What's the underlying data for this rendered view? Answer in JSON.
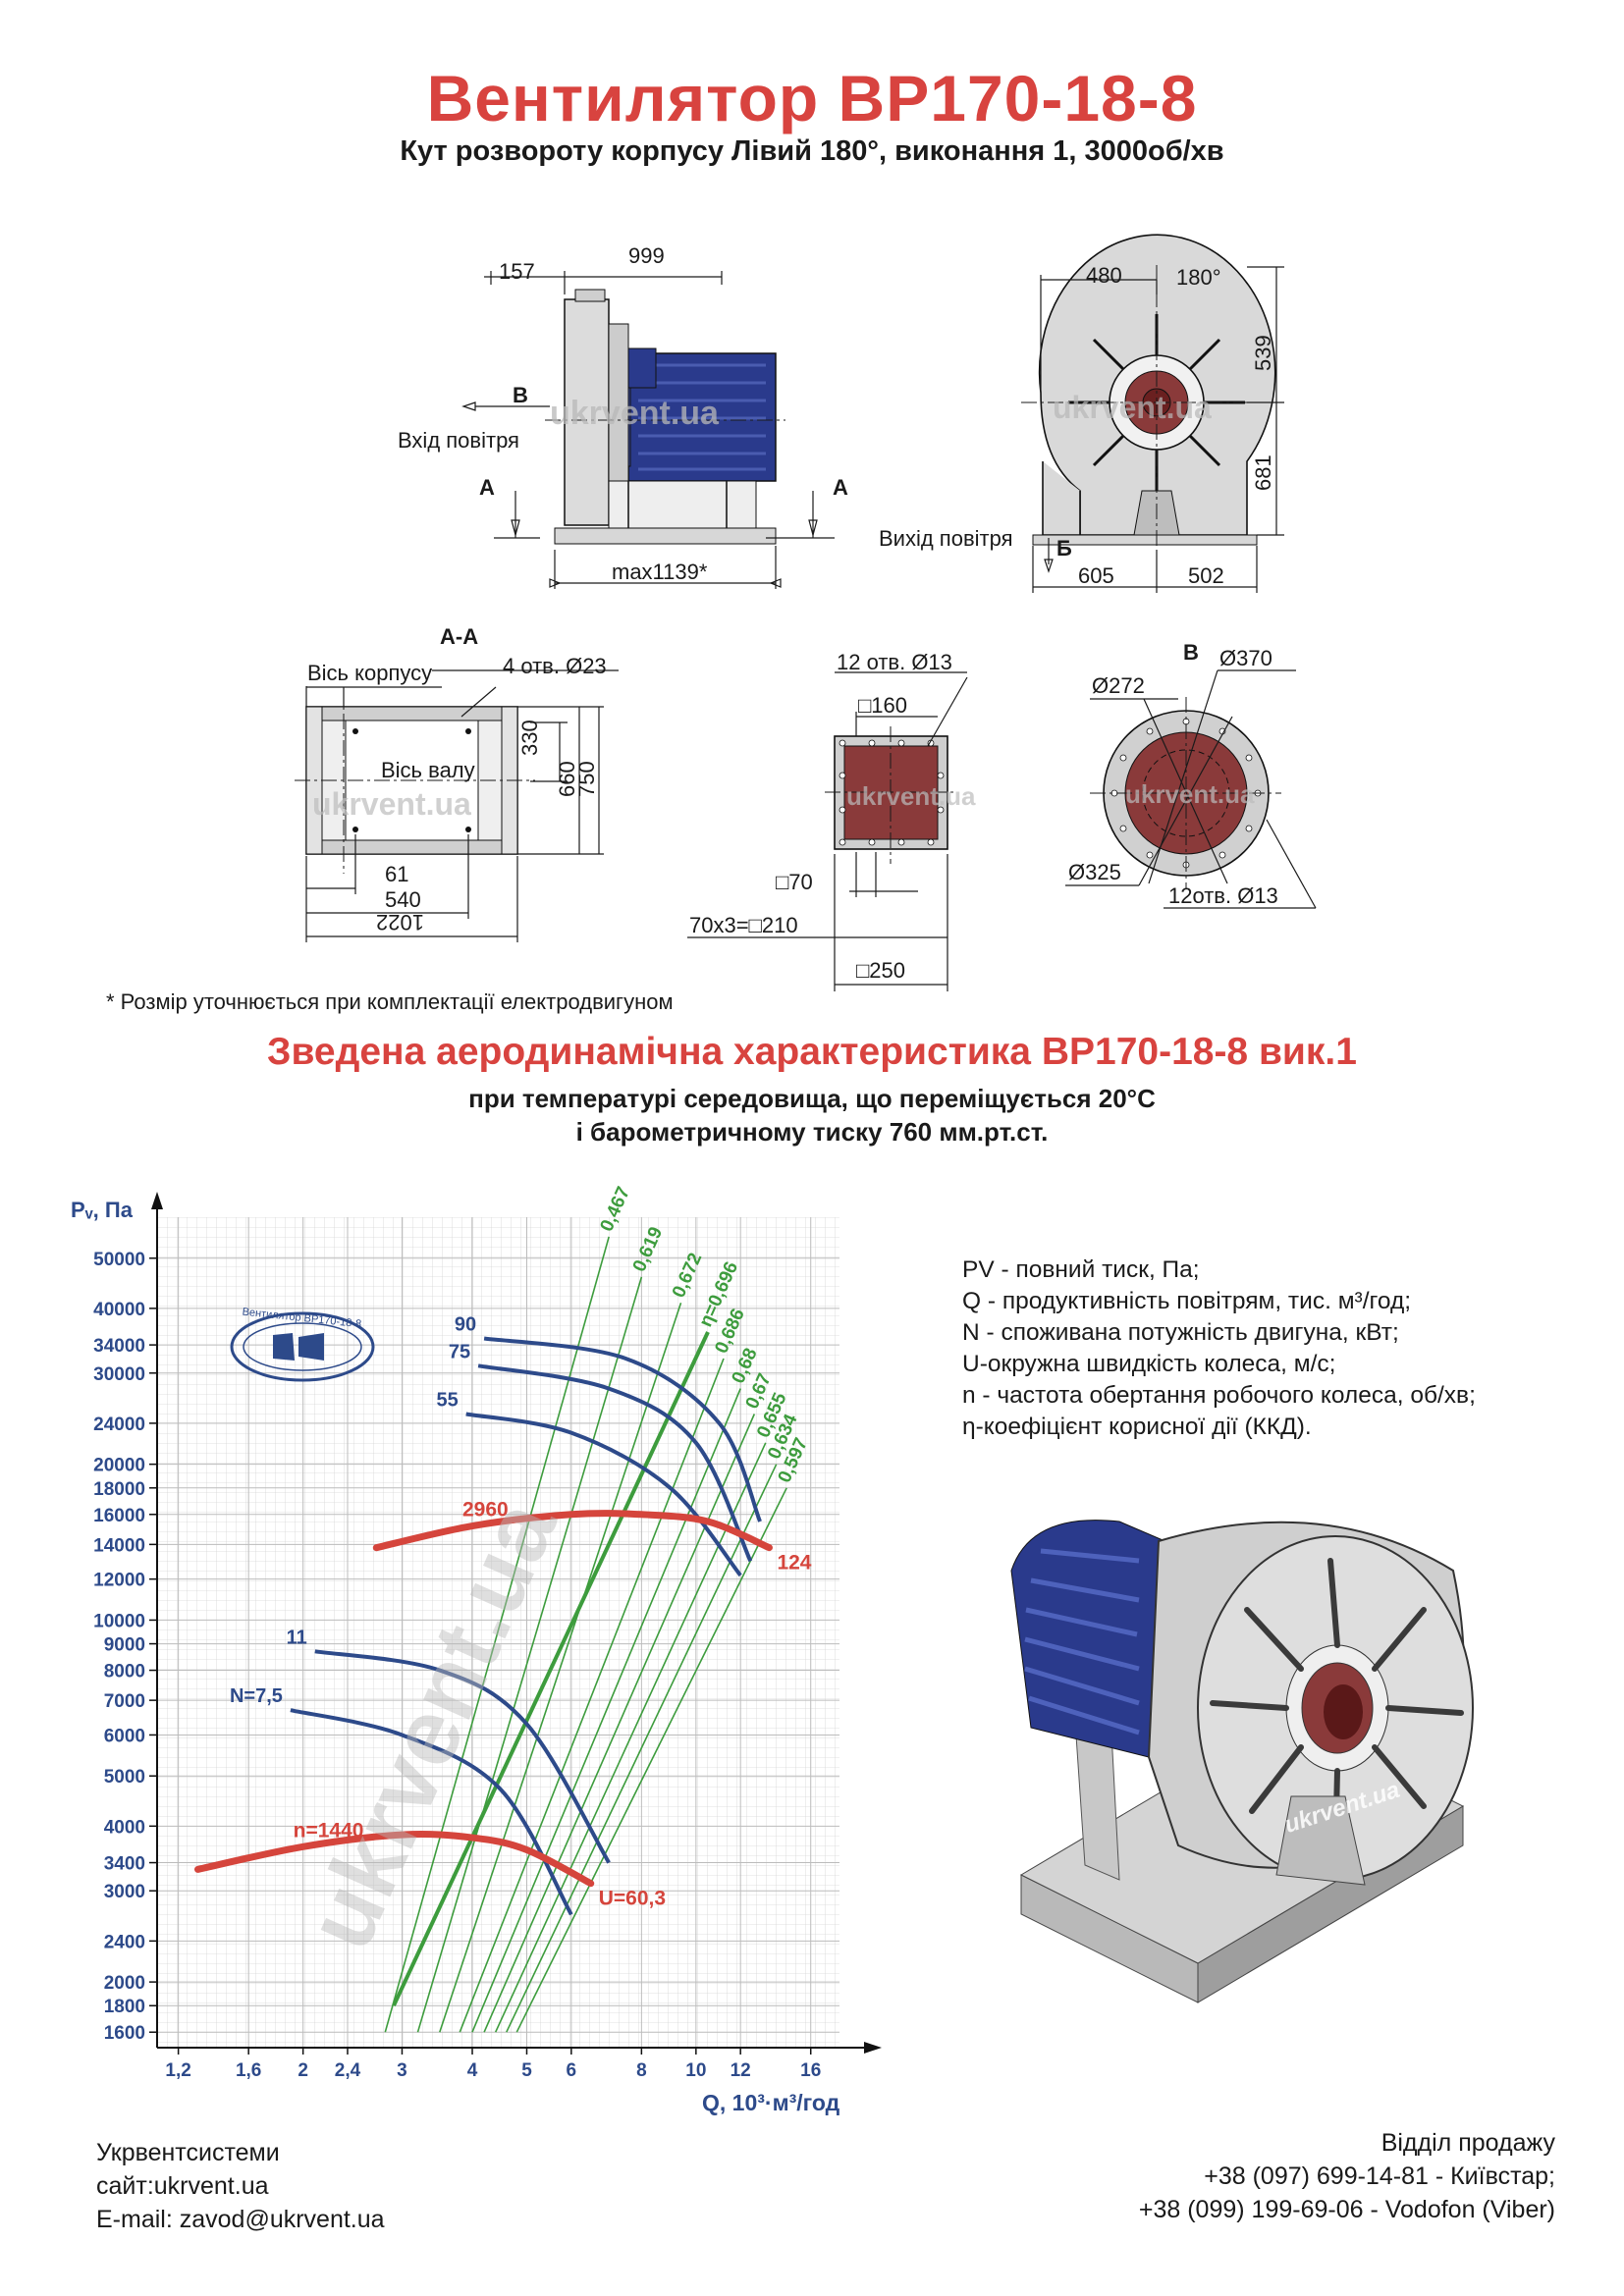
{
  "header": {
    "title": "Вентилятор ВР170-18-8",
    "subtitle": "Кут розвороту корпусу Лівий 180°, виконання 1, 3000об/хв"
  },
  "drawings": {
    "side_view": {
      "dims": [
        "157",
        "999",
        "max1139*"
      ],
      "labels": [
        "Вхід повітря",
        "В",
        "А",
        "А"
      ]
    },
    "front_view": {
      "dims": [
        "480",
        "180°",
        "539",
        "681",
        "605",
        "502"
      ],
      "labels": [
        "Вихід повітря",
        "Б"
      ]
    },
    "section_aa": {
      "title": "А-А",
      "labels": [
        "Вісь корпусу",
        "4 отв. Ø23",
        "Вісь валу"
      ],
      "dims": [
        "330",
        "660",
        "750",
        "61",
        "540",
        "1022"
      ]
    },
    "section_b": {
      "title": "Б",
      "dims": [
        "12 отв.  Ø13",
        "□160",
        "□70",
        "70х3=□210",
        "□250"
      ]
    },
    "section_v": {
      "title": "В",
      "dims": [
        "Ø272",
        "Ø370",
        "Ø325",
        "12отв.  Ø13"
      ]
    },
    "watermark": "ukrvent.ua"
  },
  "footnote": "* Розмір уточнюється при комплектації електродвигуном",
  "aero": {
    "title": "Зведена аеродинамічна характеристика ВР170-18-8 вик.1",
    "sub1": "при температурі середовища, що переміщується 20°С",
    "sub2": "і барометричному тиску 760 мм.рт.ст."
  },
  "chart_data": {
    "type": "line",
    "xlabel": "Q, 10³·м³/год",
    "ylabel": "Pᵥ, Па",
    "x_scale": "log",
    "y_scale": "log",
    "x_ticks": [
      "1,2",
      "1,6",
      "2",
      "2,4",
      "3",
      "4",
      "5",
      "6",
      "8",
      "10",
      "12",
      "16"
    ],
    "y_ticks": [
      "50000",
      "40000",
      "34000",
      "30000",
      "24000",
      "20000",
      "18000",
      "16000",
      "14000",
      "12000",
      "10000",
      "9000",
      "8000",
      "7000",
      "6000",
      "5000",
      "4000",
      "3400",
      "3000",
      "2400",
      "2000",
      "1800",
      "1600"
    ],
    "xlim": [
      1.1,
      18
    ],
    "ylim": [
      1500,
      60000
    ],
    "grid": true,
    "speed_curves": [
      {
        "name": "n=1440",
        "label_value": "U=60,3",
        "points": [
          [
            1.3,
            3300
          ],
          [
            2.0,
            3650
          ],
          [
            3.0,
            3850
          ],
          [
            4.0,
            3800
          ],
          [
            5.0,
            3600
          ],
          [
            6.5,
            3100
          ]
        ]
      },
      {
        "name": "2960",
        "label_value": "124",
        "points": [
          [
            2.7,
            13800
          ],
          [
            4.0,
            15200
          ],
          [
            6.0,
            16000
          ],
          [
            8.0,
            16000
          ],
          [
            10.5,
            15500
          ],
          [
            13.5,
            13800
          ]
        ]
      }
    ],
    "power_curves": [
      {
        "name": "N=7,5",
        "points": [
          [
            1.9,
            6700
          ],
          [
            3.0,
            6000
          ],
          [
            4.5,
            4700
          ],
          [
            6.0,
            2700
          ]
        ]
      },
      {
        "name": "11",
        "points": [
          [
            2.1,
            8700
          ],
          [
            3.5,
            8000
          ],
          [
            5.0,
            6300
          ],
          [
            7.0,
            3400
          ]
        ]
      },
      {
        "name": "55",
        "points": [
          [
            3.9,
            25000
          ],
          [
            6.0,
            23000
          ],
          [
            9.0,
            18000
          ],
          [
            12.0,
            12200
          ]
        ]
      },
      {
        "name": "75",
        "points": [
          [
            4.1,
            31000
          ],
          [
            7.0,
            28000
          ],
          [
            10.0,
            22000
          ],
          [
            12.5,
            13000
          ]
        ]
      },
      {
        "name": "90",
        "points": [
          [
            4.2,
            35000
          ],
          [
            7.5,
            32000
          ],
          [
            11.0,
            24000
          ],
          [
            13.0,
            15500
          ]
        ]
      }
    ],
    "efficiency_rays": [
      {
        "name": "0,467",
        "points": [
          [
            2.8,
            1600
          ],
          [
            7.0,
            55000
          ]
        ]
      },
      {
        "name": "0,619",
        "points": [
          [
            3.2,
            1600
          ],
          [
            8.0,
            46000
          ]
        ]
      },
      {
        "name": "0,672",
        "points": [
          [
            3.5,
            1600
          ],
          [
            9.4,
            41000
          ]
        ]
      },
      {
        "name": "η=0,696",
        "points": [
          [
            2.9,
            1800
          ],
          [
            10.5,
            36000
          ]
        ]
      },
      {
        "name": "0,686",
        "points": [
          [
            3.8,
            1600
          ],
          [
            11.2,
            32000
          ]
        ]
      },
      {
        "name": "0,68",
        "points": [
          [
            4.0,
            1600
          ],
          [
            12.0,
            28000
          ]
        ]
      },
      {
        "name": "0,67",
        "points": [
          [
            4.2,
            1600
          ],
          [
            12.7,
            25000
          ]
        ]
      },
      {
        "name": "0,655",
        "points": [
          [
            4.4,
            1600
          ],
          [
            13.3,
            22000
          ]
        ]
      },
      {
        "name": "0,634",
        "points": [
          [
            4.6,
            1600
          ],
          [
            13.9,
            20000
          ]
        ]
      },
      {
        "name": "0,597",
        "points": [
          [
            4.8,
            1600
          ],
          [
            14.5,
            18000
          ]
        ]
      }
    ]
  },
  "chart_watermark": "ukrvent.ua",
  "stamp_text": "Вентилятор ВР170-18-8",
  "legend": [
    "PV - повний тиск, Па;",
    "Q - продуктивність повітрям, тис. м³/год;",
    "N - споживана потужність двигуна, кВт;",
    "U-окружна швидкість колеса, м/с;",
    "n - частота обертання робочого колеса, об/хв;",
    "η-коефіцієнт корисної дії (ККД)."
  ],
  "render_watermark": "ukrvent.ua",
  "footer": {
    "company": "Укрвентсистеми",
    "site": "сайт:ukrvent.ua",
    "email": "E-mail: zavod@ukrvent.ua",
    "sales_title": "Відділ продажу",
    "phone1": "+38 (097) 699-14-81 - Київстар;",
    "phone2": "+38 (099) 199-69-06 - Vodofon (Viber)"
  },
  "colors": {
    "title_red": "#d8433f",
    "curve_red": "#d5453c",
    "curve_blue": "#2d4a8a",
    "ray_green": "#3d9c3d",
    "motor_blue": "#2a3a8c",
    "impeller_red": "#8a3a3a"
  }
}
